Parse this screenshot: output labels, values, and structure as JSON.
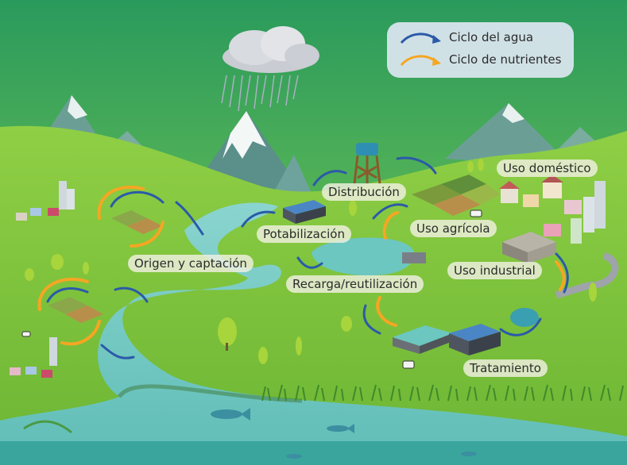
{
  "legend": {
    "water_cycle": "Ciclo del agua",
    "nutrient_cycle": "Ciclo de nutrientes",
    "water_color": "#2b5aa8",
    "nutrient_color": "#f5a623"
  },
  "stages": {
    "origin": "Origen y captación",
    "potabilization": "Potabilización",
    "distribution": "Distribución",
    "agricultural": "Uso agrícola",
    "domestic": "Uso doméstico",
    "industrial": "Uso industrial",
    "recharge": "Recarga/reutilización",
    "treatment": "Tratamiento"
  },
  "colors": {
    "sky": "#3fa86a",
    "hill": "#6ebc3a",
    "river": "#6cc7c0",
    "mountain": "#6fa59d"
  }
}
